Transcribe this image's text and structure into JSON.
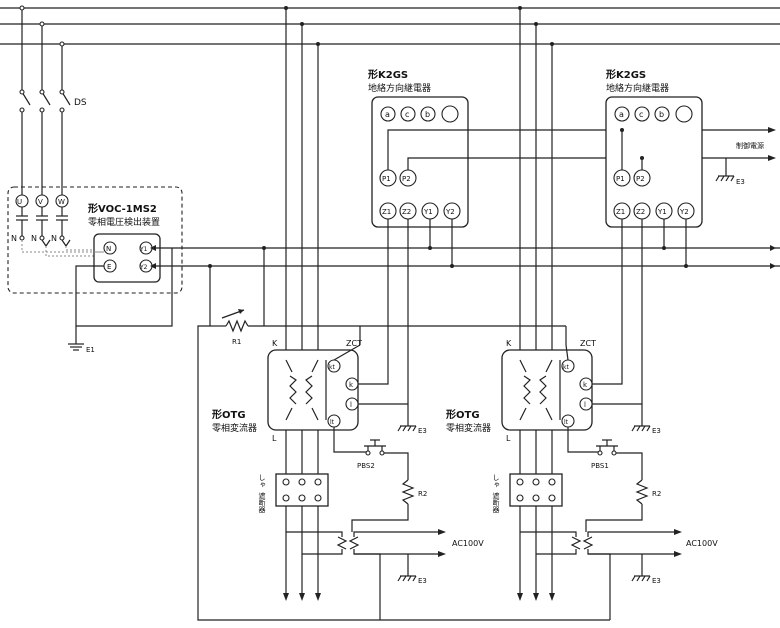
{
  "labels": {
    "ds": "DS",
    "voc_title": "形VOC-1MS2",
    "voc_sub": "零相電圧検出装置",
    "phase_u": "U",
    "phase_v": "V",
    "phase_w": "W",
    "n": "N",
    "term_n": "N",
    "term_e": "E",
    "term_y1": "Y1",
    "term_y2": "Y2",
    "e1": "E1",
    "r1": "R1",
    "k2gs_left_title": "形K2GS",
    "k2gs_left_sub": "地絡方向継電器",
    "k2gs_right_title": "形K2GS",
    "k2gs_right_sub": "地絡方向継電器",
    "term_a": "a",
    "term_c": "c",
    "term_b": "b",
    "term_p1": "P1",
    "term_p2": "P2",
    "term_z1": "Z1",
    "term_z2": "Z2",
    "control_power": "制御電源",
    "e3": "E3",
    "k": "K",
    "l": "L",
    "zct": "ZCT",
    "term_kt": "kt",
    "term_k": "k",
    "term_l": "l",
    "term_lt": "lt",
    "otg_left_title": "形OTG",
    "otg_left_sub": "零相変流器",
    "otg_right_title": "形OTG",
    "otg_right_sub": "零相変流器",
    "pbs2": "PBS2",
    "pbs1": "PBS1",
    "r2": "R2",
    "breaker": "遮断器",
    "breaker_left": "しゃ",
    "ac100v_left": "AC100V",
    "ac100v_right": "AC100V"
  }
}
